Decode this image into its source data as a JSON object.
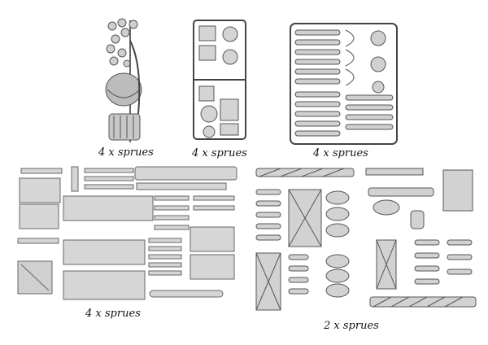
{
  "captions": {
    "sprue_a": "4 x sprues",
    "sprue_b": "4 x sprues",
    "sprue_c": "4 x sprues",
    "sprue_d": "4 x sprues",
    "sprue_e": "2 x sprues"
  }
}
